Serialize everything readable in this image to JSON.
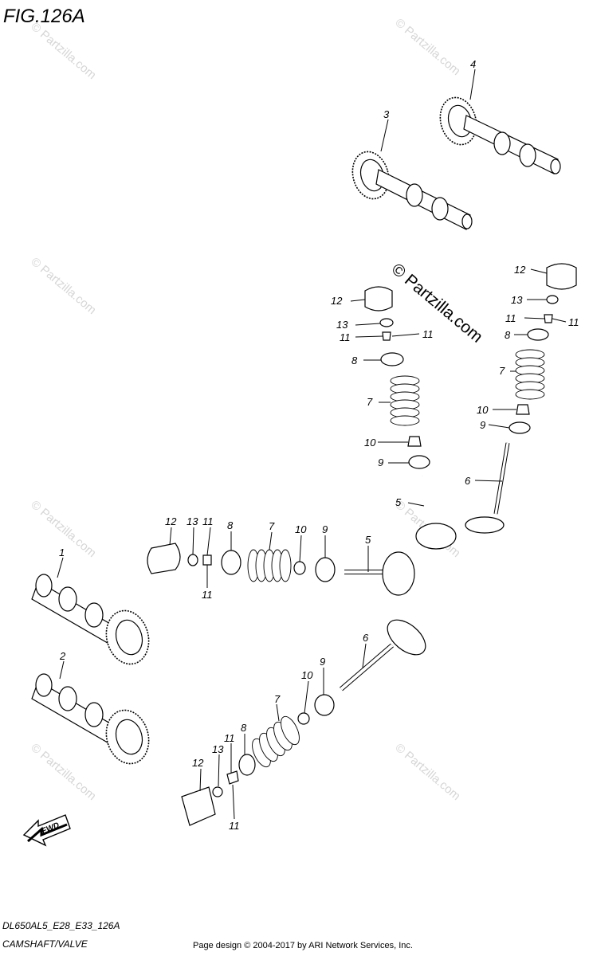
{
  "figure": {
    "title": "FIG.126A"
  },
  "model_code": "DL650AL5_E28_E33_126A",
  "section_name": "CAMSHAFT/VALVE",
  "footer": {
    "copyright": "Page design © 2004-2017 by ARI Network Services, Inc."
  },
  "watermark": {
    "text": "© Partzilla.com"
  },
  "fwd_label": "FWD",
  "callouts": {
    "c1": "1",
    "c2": "2",
    "c3": "3",
    "c4": "4",
    "c5a": "5",
    "c5b": "5",
    "c6a": "6",
    "c6b": "6",
    "c7a": "7",
    "c7b": "7",
    "c7c": "7",
    "c7d": "7",
    "c8a": "8",
    "c8b": "8",
    "c8c": "8",
    "c8d": "8",
    "c9a": "9",
    "c9b": "9",
    "c9c": "9",
    "c9d": "9",
    "c10a": "10",
    "c10b": "10",
    "c10c": "10",
    "c10d": "10",
    "c11a": "11",
    "c11b": "11",
    "c11c": "11",
    "c11d": "11",
    "c11e": "11",
    "c11f": "11",
    "c11g": "11",
    "c11h": "11",
    "c12a": "12",
    "c12b": "12",
    "c12c": "12",
    "c12d": "12",
    "c13a": "13",
    "c13b": "13",
    "c13c": "13",
    "c13d": "13"
  }
}
